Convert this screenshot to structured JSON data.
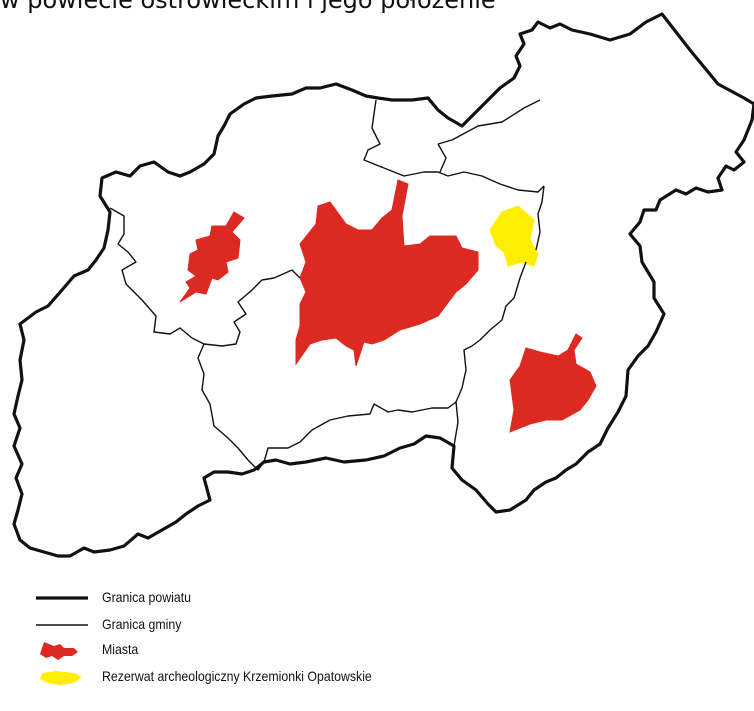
{
  "caption": {
    "text": "w powiecie ostrowieckim i jego położenie",
    "note": "partially cropped line at top of image"
  },
  "map": {
    "colors": {
      "background": "#ffffff",
      "boundary": "#111111",
      "town_fill": "#dc2a22",
      "reserve_fill": "#ffee00"
    },
    "features": {
      "county_boundary": "thick black outline",
      "gmina_boundaries": "thin black lines",
      "towns_count": 3,
      "reserve_count": 1
    }
  },
  "legend": {
    "items": [
      {
        "symbol": "thick-line-icon",
        "label": "Granica powiatu"
      },
      {
        "symbol": "thin-line-icon",
        "label": "Granica gminy"
      },
      {
        "symbol": "red-blob-icon",
        "label": "Miasta"
      },
      {
        "symbol": "yellow-blob-icon",
        "label": "Rezerwat archeologiczny Krzemionki Opatowskie"
      }
    ]
  }
}
